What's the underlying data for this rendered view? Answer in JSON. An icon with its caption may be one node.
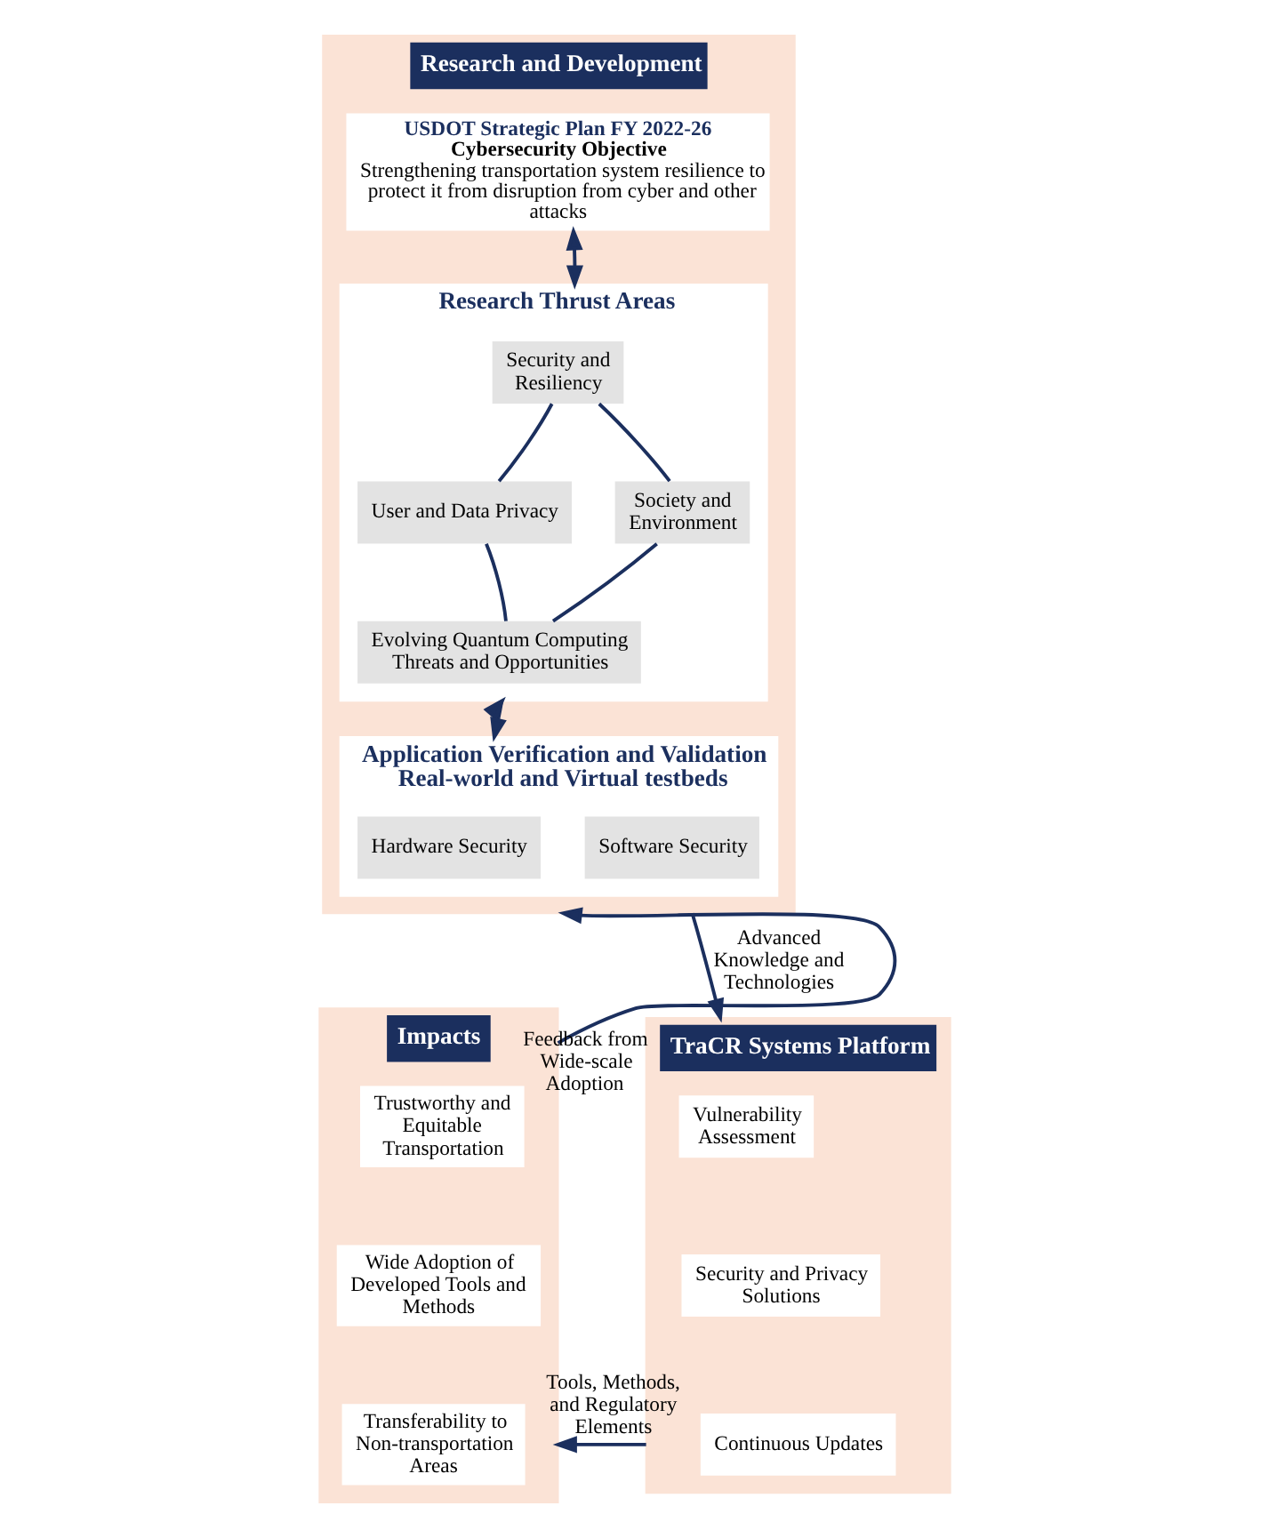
{
  "diagram": {
    "nodes": [
      {
        "text": [
          "Research and Development"
        ]
      },
      {
        "text": [
          "USDOT Strategic Plan FY 2022-26",
          "Cybersecurity Objective",
          "Strengthening transportation system resilience to protect it from disruption from cyber and other attacks"
        ],
        "in": 0
      },
      {
        "text": [
          "Research Thrust Areas"
        ],
        "in": 0
      },
      {
        "text": [
          "Security and Resiliency"
        ],
        "in": 2
      },
      {
        "text": [
          "User and Data Privacy"
        ],
        "in": 2
      },
      {
        "text": [
          "Society and Environment"
        ],
        "in": 2
      },
      {
        "text": [
          "Evolving Quantum Computing Threats and Opportunities"
        ],
        "in": 2
      },
      {
        "text": [
          "Application Verification and Validation",
          "Real-world and Virtual testbeds"
        ],
        "in": 0
      },
      {
        "text": [
          "Hardware Security"
        ],
        "in": 7
      },
      {
        "text": [
          "Software Security"
        ],
        "in": 7
      },
      {
        "text": [
          "Impacts"
        ]
      },
      {
        "text": [
          "Trustworthy and Equitable Transportation"
        ],
        "in": 10
      },
      {
        "text": [
          "Wide Adoption of Developed Tools and Methods"
        ],
        "in": 10
      },
      {
        "text": [
          "Transferability to Non-transportation Areas"
        ],
        "in": 10
      },
      {
        "text": [
          "TraCR Systems Platform"
        ]
      },
      {
        "text": [
          "Vulnerability Assessment"
        ],
        "in": 14
      },
      {
        "text": [
          "Security and Privacy Solutions"
        ],
        "in": 14
      },
      {
        "text": [
          "Continuous Updates"
        ],
        "in": 14
      }
    ],
    "edges": [
      {
        "from": 1,
        "to": 2,
        "arrow": "both"
      },
      {
        "from": 2,
        "to": 7,
        "arrow": "both"
      },
      {
        "from": 3,
        "to": 5,
        "arrow": "none"
      },
      {
        "from": 5,
        "to": 6,
        "arrow": "none"
      },
      {
        "from": 6,
        "to": 4,
        "arrow": "none"
      },
      {
        "from": 4,
        "to": 3,
        "arrow": "none"
      },
      {
        "from": 0,
        "to": 14,
        "arrow": "to",
        "label": "Advanced Knowledge and Technologies"
      },
      {
        "from": 14,
        "to": 10,
        "arrow": "to",
        "label": "Tools, Methods, and Regulatory Elements"
      },
      {
        "from": 10,
        "to": 0,
        "arrow": "to",
        "label": "Feedback from Wide-scale Adoption"
      }
    ]
  }
}
